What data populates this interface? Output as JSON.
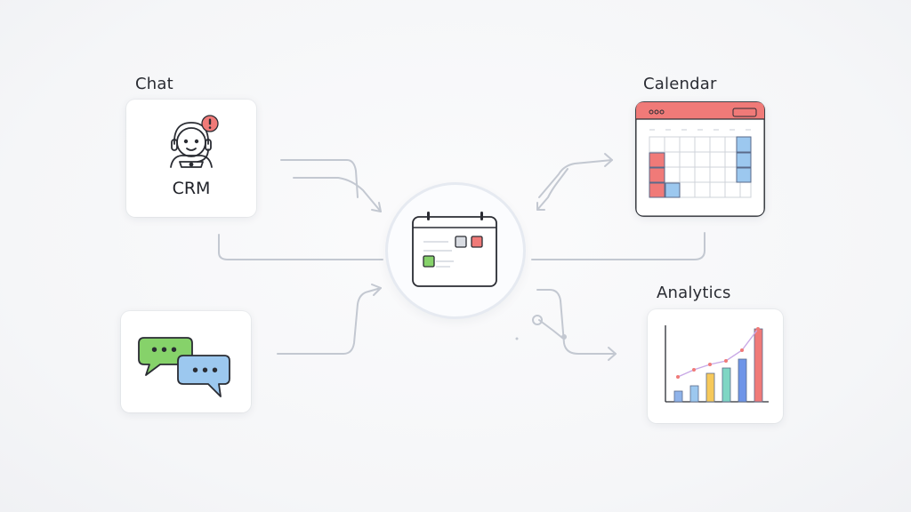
{
  "labels": {
    "chat": "Chat",
    "calendar": "Calendar",
    "analytics": "Analytics",
    "crm": "CRM"
  },
  "icons": {
    "crm": "support-agent-icon",
    "alert": "exclamation-badge-icon",
    "chat": "speech-bubbles-icon",
    "hub": "calendar-dashboard-icon",
    "calendar": "calendar-grid-icon",
    "analytics": "bar-chart-icon"
  },
  "chat_bubbles": {
    "left": "•••",
    "right": "•••"
  },
  "colors": {
    "red": "#f07a78",
    "blue": "#9cc8ef",
    "green": "#86d26a",
    "yellow": "#f6c95a",
    "teal": "#7fd6c4",
    "connector": "#b9bfca",
    "ink": "#2a2c33"
  }
}
